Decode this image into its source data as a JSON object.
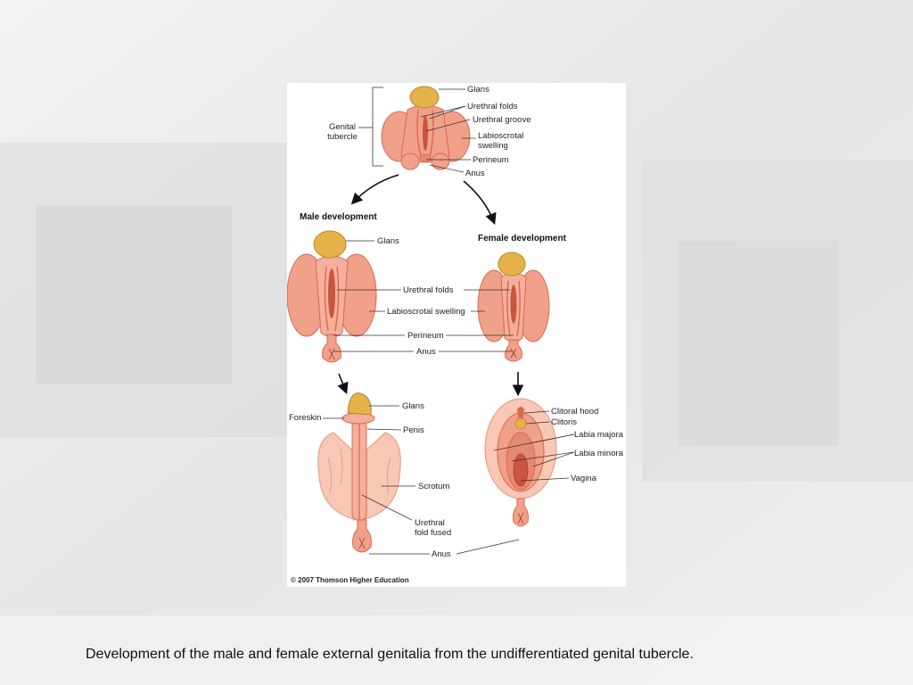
{
  "caption": "Development of the male and female external genitalia from the undifferentiated genital tubercle.",
  "copyright": "© 2007 Thomson Higher Education",
  "headers": {
    "male": "Male development",
    "female": "Female development"
  },
  "indifferent": {
    "group_line1": "Genital",
    "group_line2": "tubercle",
    "glans": "Glans",
    "urethral_folds": "Urethral folds",
    "urethral_groove": "Urethral groove",
    "labioscrotal_line1": "Labioscrotal",
    "labioscrotal_line2": "swelling",
    "perineum": "Perineum",
    "anus": "Anus"
  },
  "middle": {
    "glans": "Glans",
    "urethral_folds": "Urethral folds",
    "labioscrotal": "Labioscrotal swelling",
    "perineum": "Perineum",
    "anus": "Anus"
  },
  "male_final": {
    "glans": "Glans",
    "foreskin": "Foreskin",
    "penis": "Penis",
    "scrotum": "Scrotum",
    "fused_line1": "Urethral",
    "fused_line2": "fold fused",
    "anus": "Anus"
  },
  "female_final": {
    "clitoral_hood": "Clitoral hood",
    "clitoris": "Clitoris",
    "labia_majora": "Labia majora",
    "labia_minora": "Labia minora",
    "vagina": "Vagina"
  },
  "colors": {
    "tissue": "#f1a18a",
    "tissue_dark": "#d9694e",
    "tissue_light": "#f8c7b6",
    "glans": "#e6b24a"
  }
}
